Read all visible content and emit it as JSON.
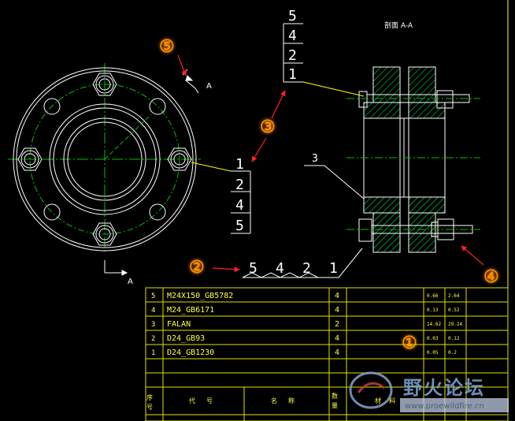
{
  "section_title": "剖面 A-A",
  "cut_label_top": "A",
  "cut_label_bottom": "A",
  "balloons_top": [
    "5",
    "4",
    "2",
    "1"
  ],
  "balloons_left": [
    "1",
    "2",
    "4",
    "5"
  ],
  "balloon_row": [
    "5",
    "4",
    "2",
    "1"
  ],
  "part_label_3": "3",
  "callouts": {
    "c1": "①",
    "c2": "②",
    "c3": "③",
    "c4": "④",
    "c5": "⑤"
  },
  "bom": {
    "rows": [
      {
        "no": "5",
        "code": "M24X150_GB5782",
        "qty": "4",
        "unit_wt": "0.66",
        "total_wt": "2.64"
      },
      {
        "no": "4",
        "code": "M24_GB6171",
        "qty": "4",
        "unit_wt": "0.13",
        "total_wt": "0.52"
      },
      {
        "no": "3",
        "code": "FALAN",
        "qty": "2",
        "unit_wt": "14.62",
        "total_wt": "29.24"
      },
      {
        "no": "2",
        "code": "D24_GB93",
        "qty": "4",
        "unit_wt": "0.03",
        "total_wt": "0.12"
      },
      {
        "no": "1",
        "code": "D24_GB1230",
        "qty": "4",
        "unit_wt": "0.05",
        "total_wt": "0.2"
      }
    ],
    "header": {
      "seq": "序号",
      "code": "代号",
      "name": "名称",
      "qty": "数量",
      "material": "材料"
    }
  },
  "watermark": {
    "title": "野火论坛",
    "url": "www.proewildfire.cn"
  },
  "colors": {
    "line": "#ffffff",
    "center": "#00c000",
    "hatch": "#00ff66",
    "border": "#ffff00",
    "table": "#e0e000",
    "text": "#ffff40",
    "leader": "#ff2020",
    "callout": "#ff8c00"
  }
}
